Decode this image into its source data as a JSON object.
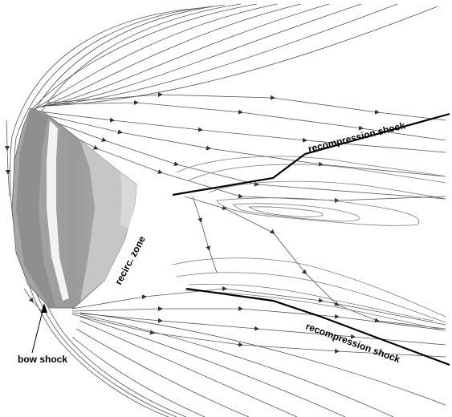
{
  "labels": {
    "recompression_upper": "recompression shock",
    "recompression_lower": "recompression shock",
    "recirc_zone": "recirc. zone",
    "bow_shock": "bow shock"
  },
  "colors": {
    "background": "#ffffff",
    "lines": "#555555",
    "shock": "#000000",
    "capsule_light": "#e6e6e6",
    "capsule_dark": "#7a7a7a"
  },
  "icons": {
    "arrowheads": "flow-direction-arrow-icon"
  }
}
